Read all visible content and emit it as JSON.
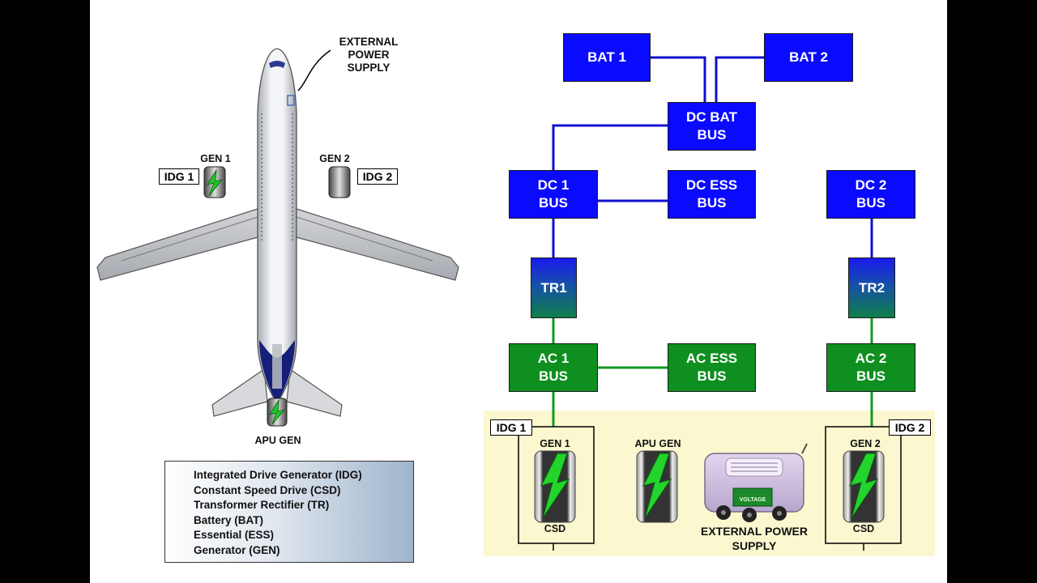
{
  "aircraft": {
    "external_power_label": [
      "EXTERNAL",
      "POWER",
      "SUPPLY"
    ],
    "gen1_label": "GEN 1",
    "gen2_label": "GEN 2",
    "idg1_label": "IDG 1",
    "idg2_label": "IDG 2",
    "apu_label": "APU GEN"
  },
  "legend": {
    "items": [
      "Integrated Drive Generator (IDG)",
      "Constant Speed Drive (CSD)",
      "Transformer Rectifier (TR)",
      "Battery (BAT)",
      "Essential (ESS)",
      "Generator (GEN)"
    ]
  },
  "schematic": {
    "bat1": "BAT 1",
    "bat2": "BAT 2",
    "dc_bat_bus": [
      "DC BAT",
      "BUS"
    ],
    "dc1_bus": [
      "DC 1",
      "BUS"
    ],
    "dc_ess_bus": [
      "DC ESS",
      "BUS"
    ],
    "dc2_bus": [
      "DC 2",
      "BUS"
    ],
    "tr1": "TR1",
    "tr2": "TR2",
    "ac1_bus": [
      "AC 1",
      "BUS"
    ],
    "ac_ess_bus": [
      "AC ESS",
      "BUS"
    ],
    "ac2_bus": [
      "AC 2",
      "BUS"
    ],
    "idg1": "IDG 1",
    "idg2": "IDG 2",
    "gen1": "GEN 1",
    "gen2": "GEN 2",
    "apu_gen": "APU GEN",
    "csd1": "CSD",
    "csd2": "CSD",
    "ext_power": [
      "EXTERNAL POWER",
      "SUPPLY"
    ],
    "cart_sign": "VOLTAGE"
  },
  "colors": {
    "dc": "#0a0aff",
    "ac": "#0f8f1f",
    "generation_area": "#fbf7cf"
  }
}
